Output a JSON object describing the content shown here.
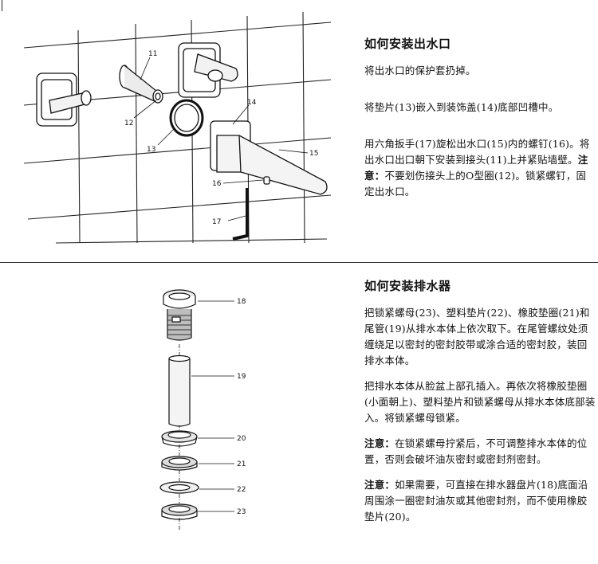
{
  "spout_section": {
    "title": "如何安装出水口",
    "step1": "将出水口的保护套扔掉。",
    "step2": "将垫片(13)嵌入到装饰盖(14)底部凹槽中。",
    "step3_pre": "用六角扳手(17)旋松出水口(15)内的螺钉(16)。将出水口出口朝下安装到接头(11)上并紧贴墙壁。",
    "step3_note": "注意：",
    "step3_post": "不要划伤接头上的O型圈(12)。锁紧螺钉，固定出水口。",
    "callouts": [
      "11",
      "12",
      "13",
      "14",
      "15",
      "16",
      "17"
    ]
  },
  "drain_section": {
    "title": "如何安装排水器",
    "para1": "把锁紧螺母(23)、塑料垫片(22)、橡胶垫圈(21)和尾管(19)从排水本体上依次取下。在尾管螺纹处须缠绕足以密封的密封胶带或涂合适的密封胶，装回排水本体。",
    "para2": "把排水本体从脸盆上部孔插入。再依次将橡胶垫圈(小面朝上)、塑料垫片和锁紧螺母从排水本体底部装入。将锁紧螺母锁紧。",
    "para3_note": "注意：",
    "para3": "在锁紧螺母拧紧后，不可调整排水本体的位置，否则会破坏油灰密封或密封剂密封。",
    "para4_note": "注意：",
    "para4": "如果需要，可直接在排水器盘片(18)底面沿周围涂一圈密封油灰或其他密封剂，而不使用橡胶垫片(20)。",
    "callouts": [
      "18",
      "19",
      "20",
      "21",
      "22",
      "23"
    ]
  }
}
